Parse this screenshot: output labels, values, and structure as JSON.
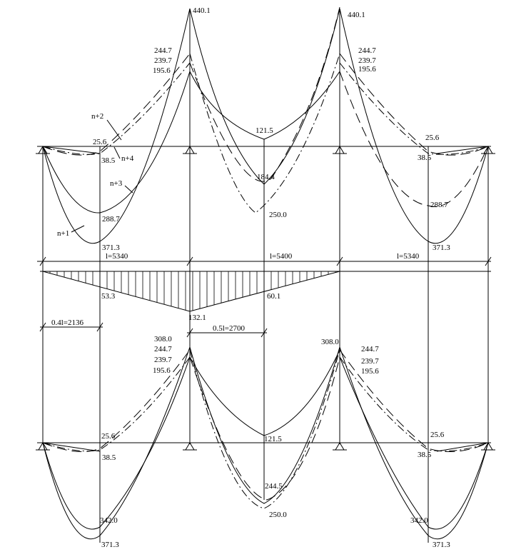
{
  "top_diagram": {
    "support_peaks": [
      "440.1",
      "440.1"
    ],
    "left_peak_values": [
      "244.7",
      "239.7",
      "195.6"
    ],
    "right_peak_values": [
      "244.7",
      "239.7",
      "195.6"
    ],
    "end_labels": [
      "25.6",
      "38.5",
      "25.6",
      "38.5"
    ],
    "midspan_values": [
      "121.5",
      "184.4",
      "250.0"
    ],
    "span_values": [
      "288.7",
      "371.3",
      "288.7",
      "371.3"
    ],
    "curve_labels": [
      "n+2",
      "n+4",
      "n+3",
      "n+1"
    ]
  },
  "dimensions": {
    "spans": [
      "l=5340",
      "l=5400",
      "l=5340"
    ],
    "left_offset": "0.4l=2136",
    "mid_offset": "0.5l=2700"
  },
  "shear_diagram": {
    "values": [
      "53.3",
      "60.1",
      "132.1"
    ]
  },
  "bottom_diagram": {
    "support_peaks": [
      "308.0",
      "308.0"
    ],
    "left_peak_values": [
      "244.7",
      "239.7",
      "195.6"
    ],
    "right_peak_values": [
      "244.7",
      "239.7",
      "195.6"
    ],
    "end_labels": [
      "25.6",
      "38.5",
      "25.6",
      "38.5"
    ],
    "midspan_values": [
      "121.5",
      "244.5",
      "250.0"
    ],
    "span_values": [
      "342.0",
      "371.3",
      "342.0",
      "371.3"
    ]
  }
}
